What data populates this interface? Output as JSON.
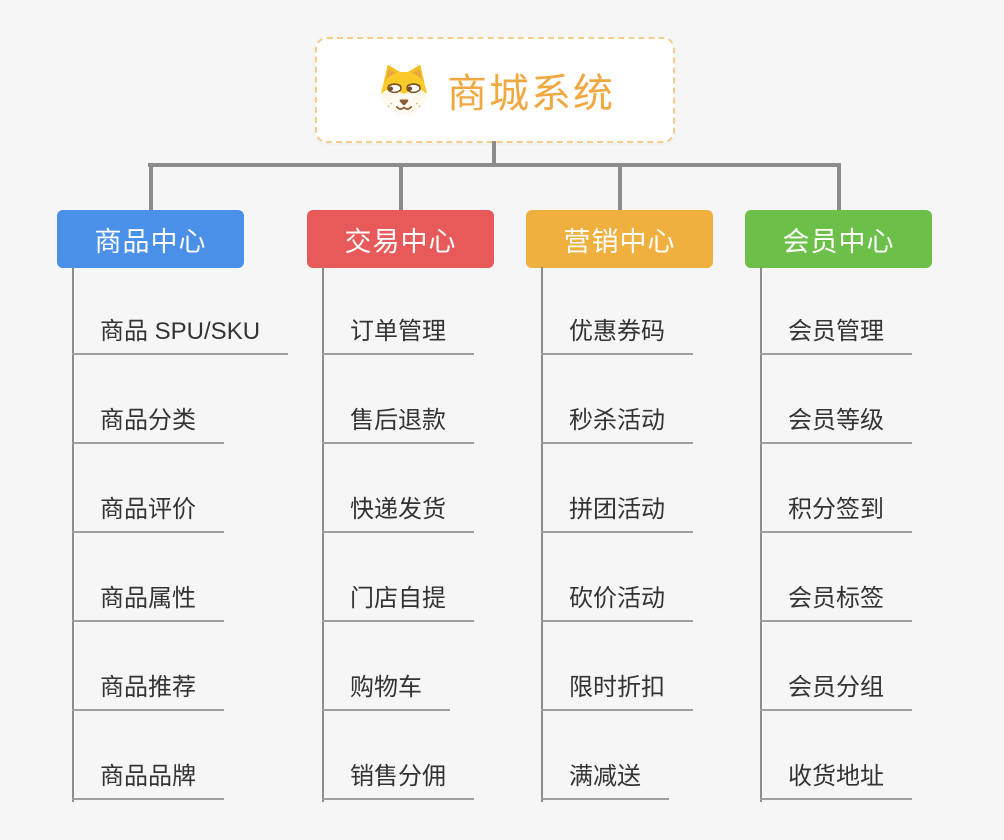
{
  "root": {
    "title": "商城系统",
    "icon": "shiba-dog-icon"
  },
  "branches": [
    {
      "label": "商品中心",
      "color": "#4A90E8",
      "children": [
        "商品 SPU/SKU",
        "商品分类",
        "商品评价",
        "商品属性",
        "商品推荐",
        "商品品牌"
      ]
    },
    {
      "label": "交易中心",
      "color": "#E85A5A",
      "children": [
        "订单管理",
        "售后退款",
        "快递发货",
        "门店自提",
        "购物车",
        "销售分佣"
      ]
    },
    {
      "label": "营销中心",
      "color": "#F0B040",
      "children": [
        "优惠券码",
        "秒杀活动",
        "拼团活动",
        "砍价活动",
        "限时折扣",
        "满减送"
      ]
    },
    {
      "label": "会员中心",
      "color": "#6CC04A",
      "children": [
        "会员管理",
        "会员等级",
        "积分签到",
        "会员标签",
        "会员分组",
        "收货地址"
      ]
    }
  ],
  "colors": {
    "background": "#F6F6F6",
    "connector": "#8C8C8C",
    "underline": "#9E9E9E",
    "child_text": "#333333",
    "root_border": "#F3CD8E",
    "root_text": "#F2A840",
    "branch_text": "#FFFFFF"
  }
}
